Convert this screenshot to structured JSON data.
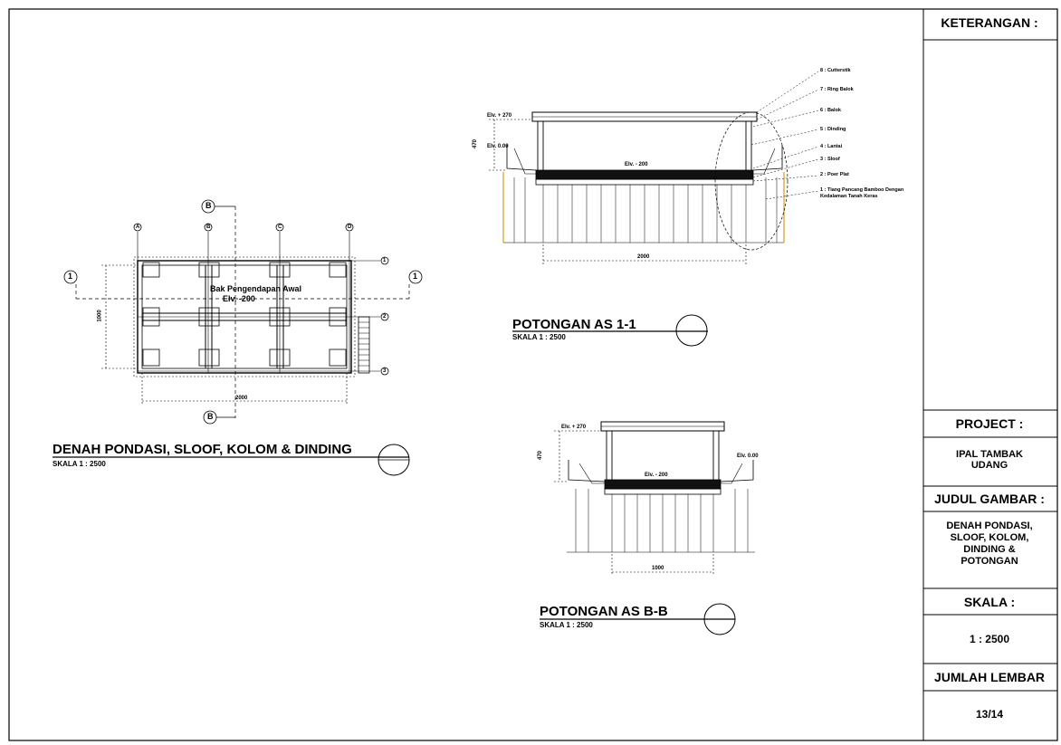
{
  "plan": {
    "title": "DENAH PONDASI, SLOOF, KOLOM & DINDING",
    "scale": "SKALA 1 : 2500",
    "room_label": "Bak Pengendapan Awal",
    "room_elev": "Elv. -200",
    "dim_width": "2000",
    "dim_height": "1000",
    "axis_cols": [
      "A",
      "B",
      "C",
      "D"
    ],
    "axis_rows": [
      "1",
      "2",
      "3"
    ],
    "section_1": "1",
    "section_b": "B"
  },
  "section_11": {
    "title": "POTONGAN AS 1-1",
    "scale": "SKALA 1 : 2500",
    "elev_top": "Elv. + 270",
    "elev_ground": "Elv. 0.00",
    "elev_floor": "Elv. - 200",
    "dim_height": "470",
    "dim_width": "2000",
    "legend": [
      "8 : Cutterstik",
      "7 : Ring Balok",
      "6 : Balok",
      "5 : Dinding",
      "4 : Lantai",
      "3 : Sloof",
      "2 : Poer Plat",
      "1 : Tiang Pancang Bamboo Dengan Kedalaman Tanah Keras"
    ]
  },
  "section_bb": {
    "title": "POTONGAN AS B-B",
    "scale": "SKALA 1 : 2500",
    "elev_top": "Elv. + 270",
    "elev_ground": "Elv. 0.00",
    "elev_floor": "Elv. - 200",
    "dim_height": "470",
    "dim_width": "1000"
  },
  "title_block": {
    "keterangan": "KETERANGAN :",
    "project_label": "PROJECT :",
    "project_value": "IPAL TAMBAK UDANG",
    "judul_label": "JUDUL GAMBAR :",
    "judul_value": "DENAH PONDASI, SLOOF, KOLOM, DINDING & POTONGAN",
    "skala_label": "SKALA :",
    "skala_value": "1 : 2500",
    "jumlah_label": "JUMLAH LEMBAR",
    "jumlah_value": "13/14"
  }
}
